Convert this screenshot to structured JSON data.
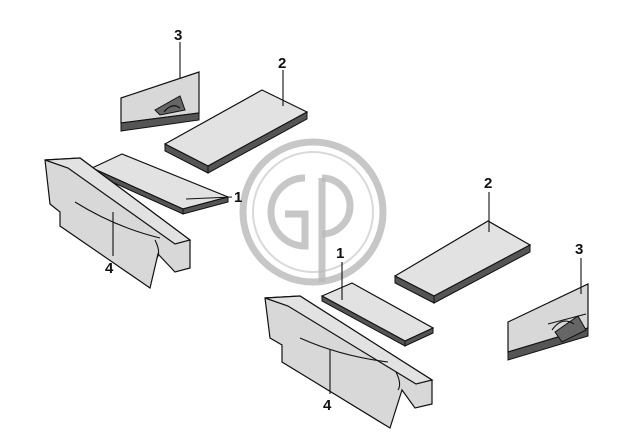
{
  "diagram": {
    "callouts": {
      "c1a": "1",
      "c1b": "1",
      "c2a": "2",
      "c2b": "2",
      "c3a": "3",
      "c3b": "3",
      "c4a": "4",
      "c4b": "4"
    },
    "watermark_icon": "gp-logo-watermark",
    "colors": {
      "part_fill": "#d8d8d8",
      "part_edge": "#555555",
      "outline": "#111111",
      "watermark": "#b9b9b9"
    }
  }
}
